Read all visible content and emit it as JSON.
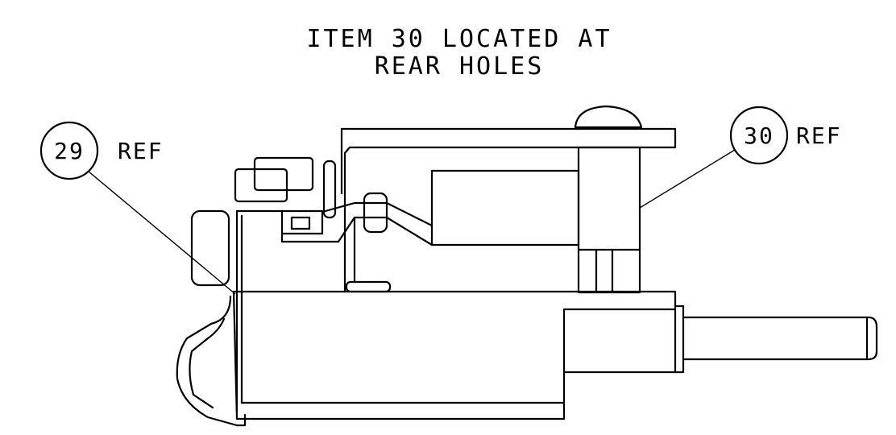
{
  "note": {
    "line1": "ITEM 30 LOCATED AT",
    "line2": "REAR HOLES"
  },
  "callouts": [
    {
      "number": "29",
      "suffix": "REF"
    },
    {
      "number": "30",
      "suffix": "REF"
    }
  ]
}
